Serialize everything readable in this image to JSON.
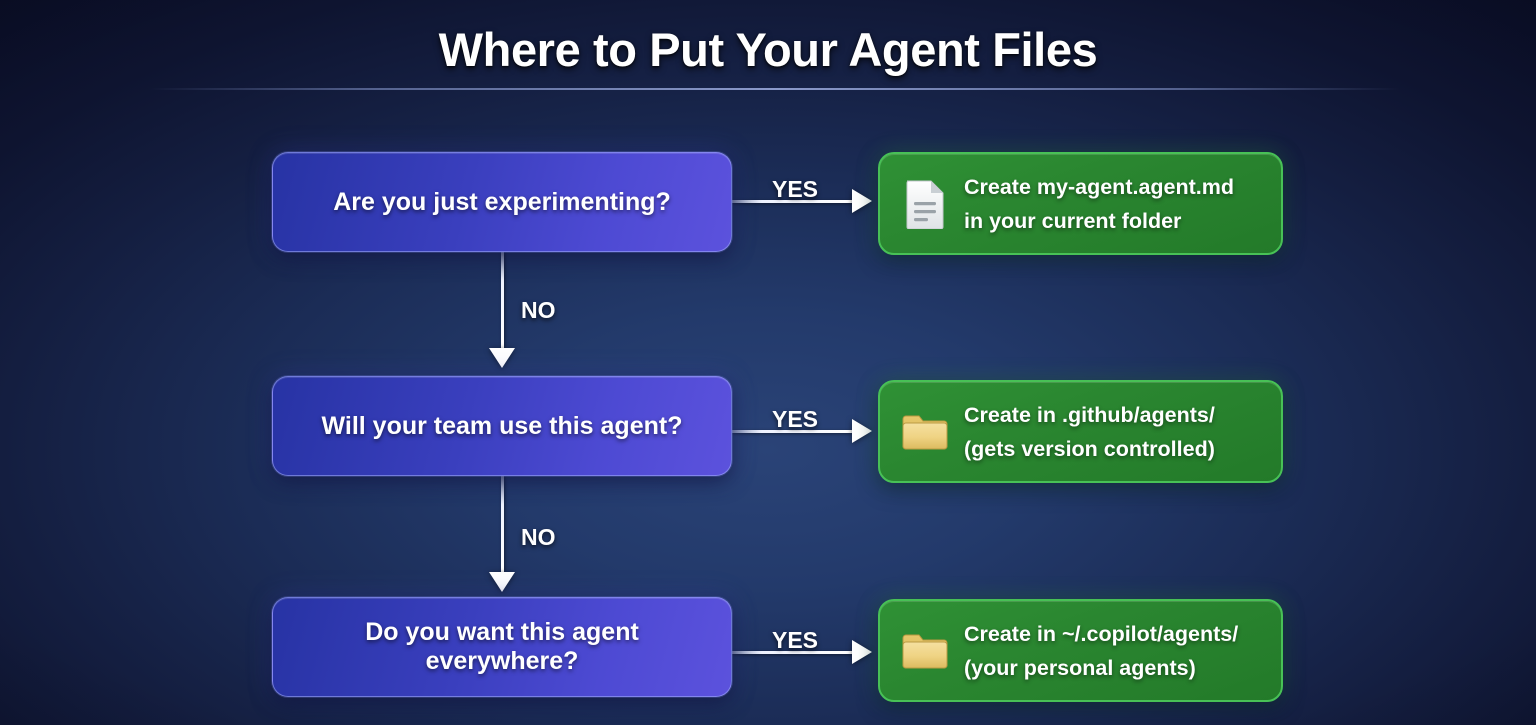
{
  "page": {
    "title": "Where to Put Your Agent Files",
    "accent_blue": "#3a3fbe",
    "accent_purple": "#5c52dd",
    "accent_green": "#2a8630",
    "green_border": "#48c156",
    "background_center": "#233a6b",
    "background_edge": "#0b0f28",
    "text_color": "#ffffff"
  },
  "flow": {
    "rows": [
      {
        "decision": "Are you just experimenting?",
        "yes_label": "YES",
        "no_label": "NO",
        "action": {
          "icon": "document-icon",
          "line1": "Create my-agent.agent.md",
          "line2": "in your current folder"
        }
      },
      {
        "decision": "Will your team use this agent?",
        "yes_label": "YES",
        "no_label": "NO",
        "action": {
          "icon": "folder-icon",
          "line1": "Create in .github/agents/",
          "line2": "(gets version controlled)"
        }
      },
      {
        "decision": "Do you want this agent everywhere?",
        "yes_label": "YES",
        "no_label": "",
        "action": {
          "icon": "folder-icon",
          "line1": "Create in ~/.copilot/agents/",
          "line2": "(your personal agents)"
        }
      }
    ]
  }
}
